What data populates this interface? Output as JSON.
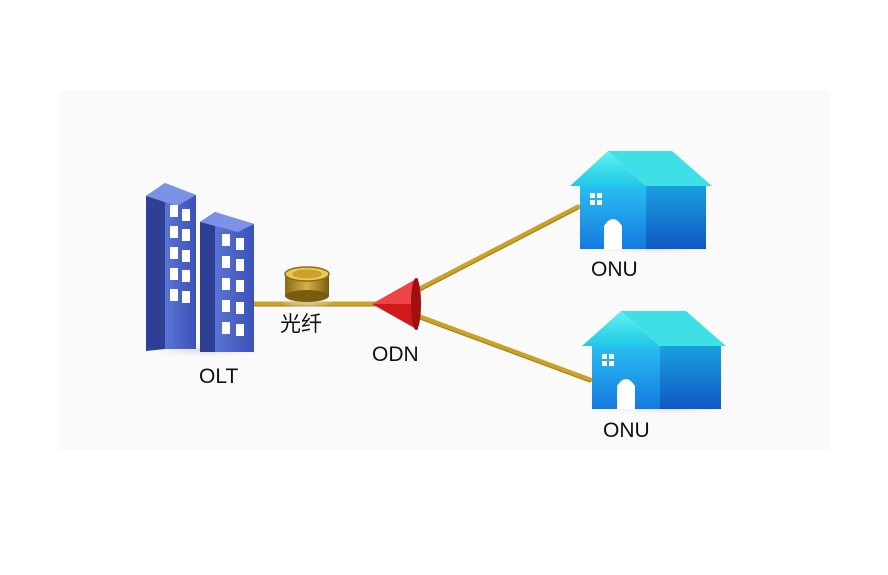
{
  "labels": {
    "olt": "OLT",
    "fiber": "光纤",
    "odn": "ODN",
    "onu_top": "ONU",
    "onu_bottom": "ONU"
  },
  "colors": {
    "fiber": "#c9a227",
    "building": "#4a63c4",
    "building_dark": "#2e3f94",
    "window": "#ffffff",
    "splitter": "#d11a1a",
    "house_roof": "#35e0e8",
    "house_body": "#1fa6e8",
    "spool": "#d8b23a"
  }
}
